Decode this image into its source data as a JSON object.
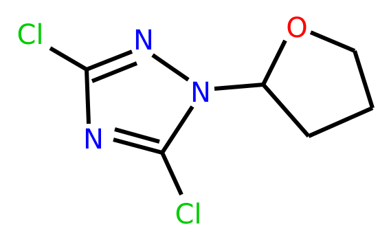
{
  "molecule": {
    "atoms": {
      "cl_top": {
        "symbol": "Cl",
        "color": "#00cc00"
      },
      "n2": {
        "symbol": "N",
        "color": "#0000ff"
      },
      "n4": {
        "symbol": "N",
        "color": "#0000ff"
      },
      "n1": {
        "symbol": "N",
        "color": "#0000ff"
      },
      "cl_bottom": {
        "symbol": "Cl",
        "color": "#00cc00"
      },
      "o": {
        "symbol": "O",
        "color": "#ff0000"
      }
    },
    "bond_color": "#000000"
  }
}
